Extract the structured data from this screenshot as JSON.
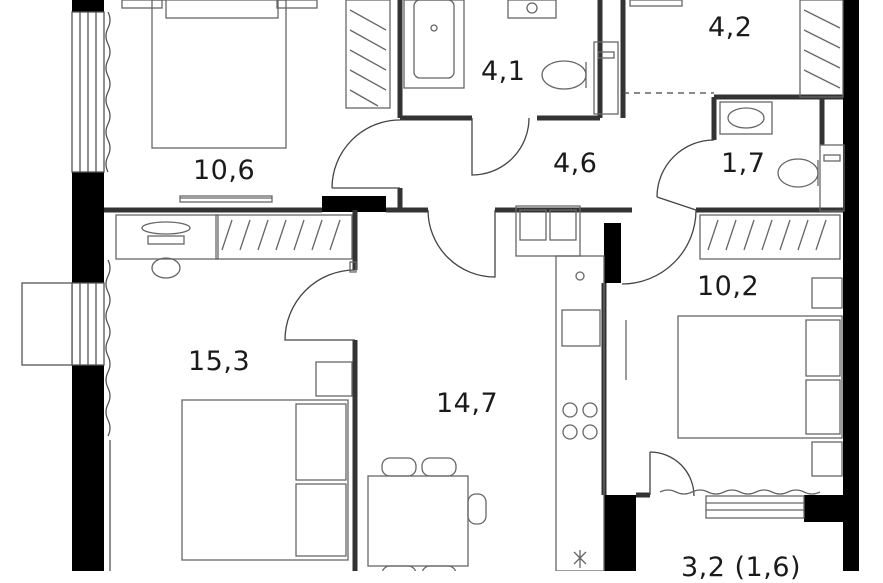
{
  "plan": {
    "rooms": [
      {
        "id": "bedroom-top-left",
        "area": "10,6"
      },
      {
        "id": "bathroom",
        "area": "4,1"
      },
      {
        "id": "closet-top-right",
        "area": "4,2"
      },
      {
        "id": "hallway",
        "area": "4,6"
      },
      {
        "id": "wc",
        "area": "1,7"
      },
      {
        "id": "bedroom-left",
        "area": "15,3"
      },
      {
        "id": "kitchen-living",
        "area": "14,7"
      },
      {
        "id": "bedroom-right",
        "area": "10,2"
      },
      {
        "id": "balcony",
        "area": "3,2 (1,6)"
      }
    ],
    "colors": {
      "wall": "#000000",
      "partition": "#3a3a3a",
      "line": "#444444",
      "furniture": "#666666"
    }
  }
}
